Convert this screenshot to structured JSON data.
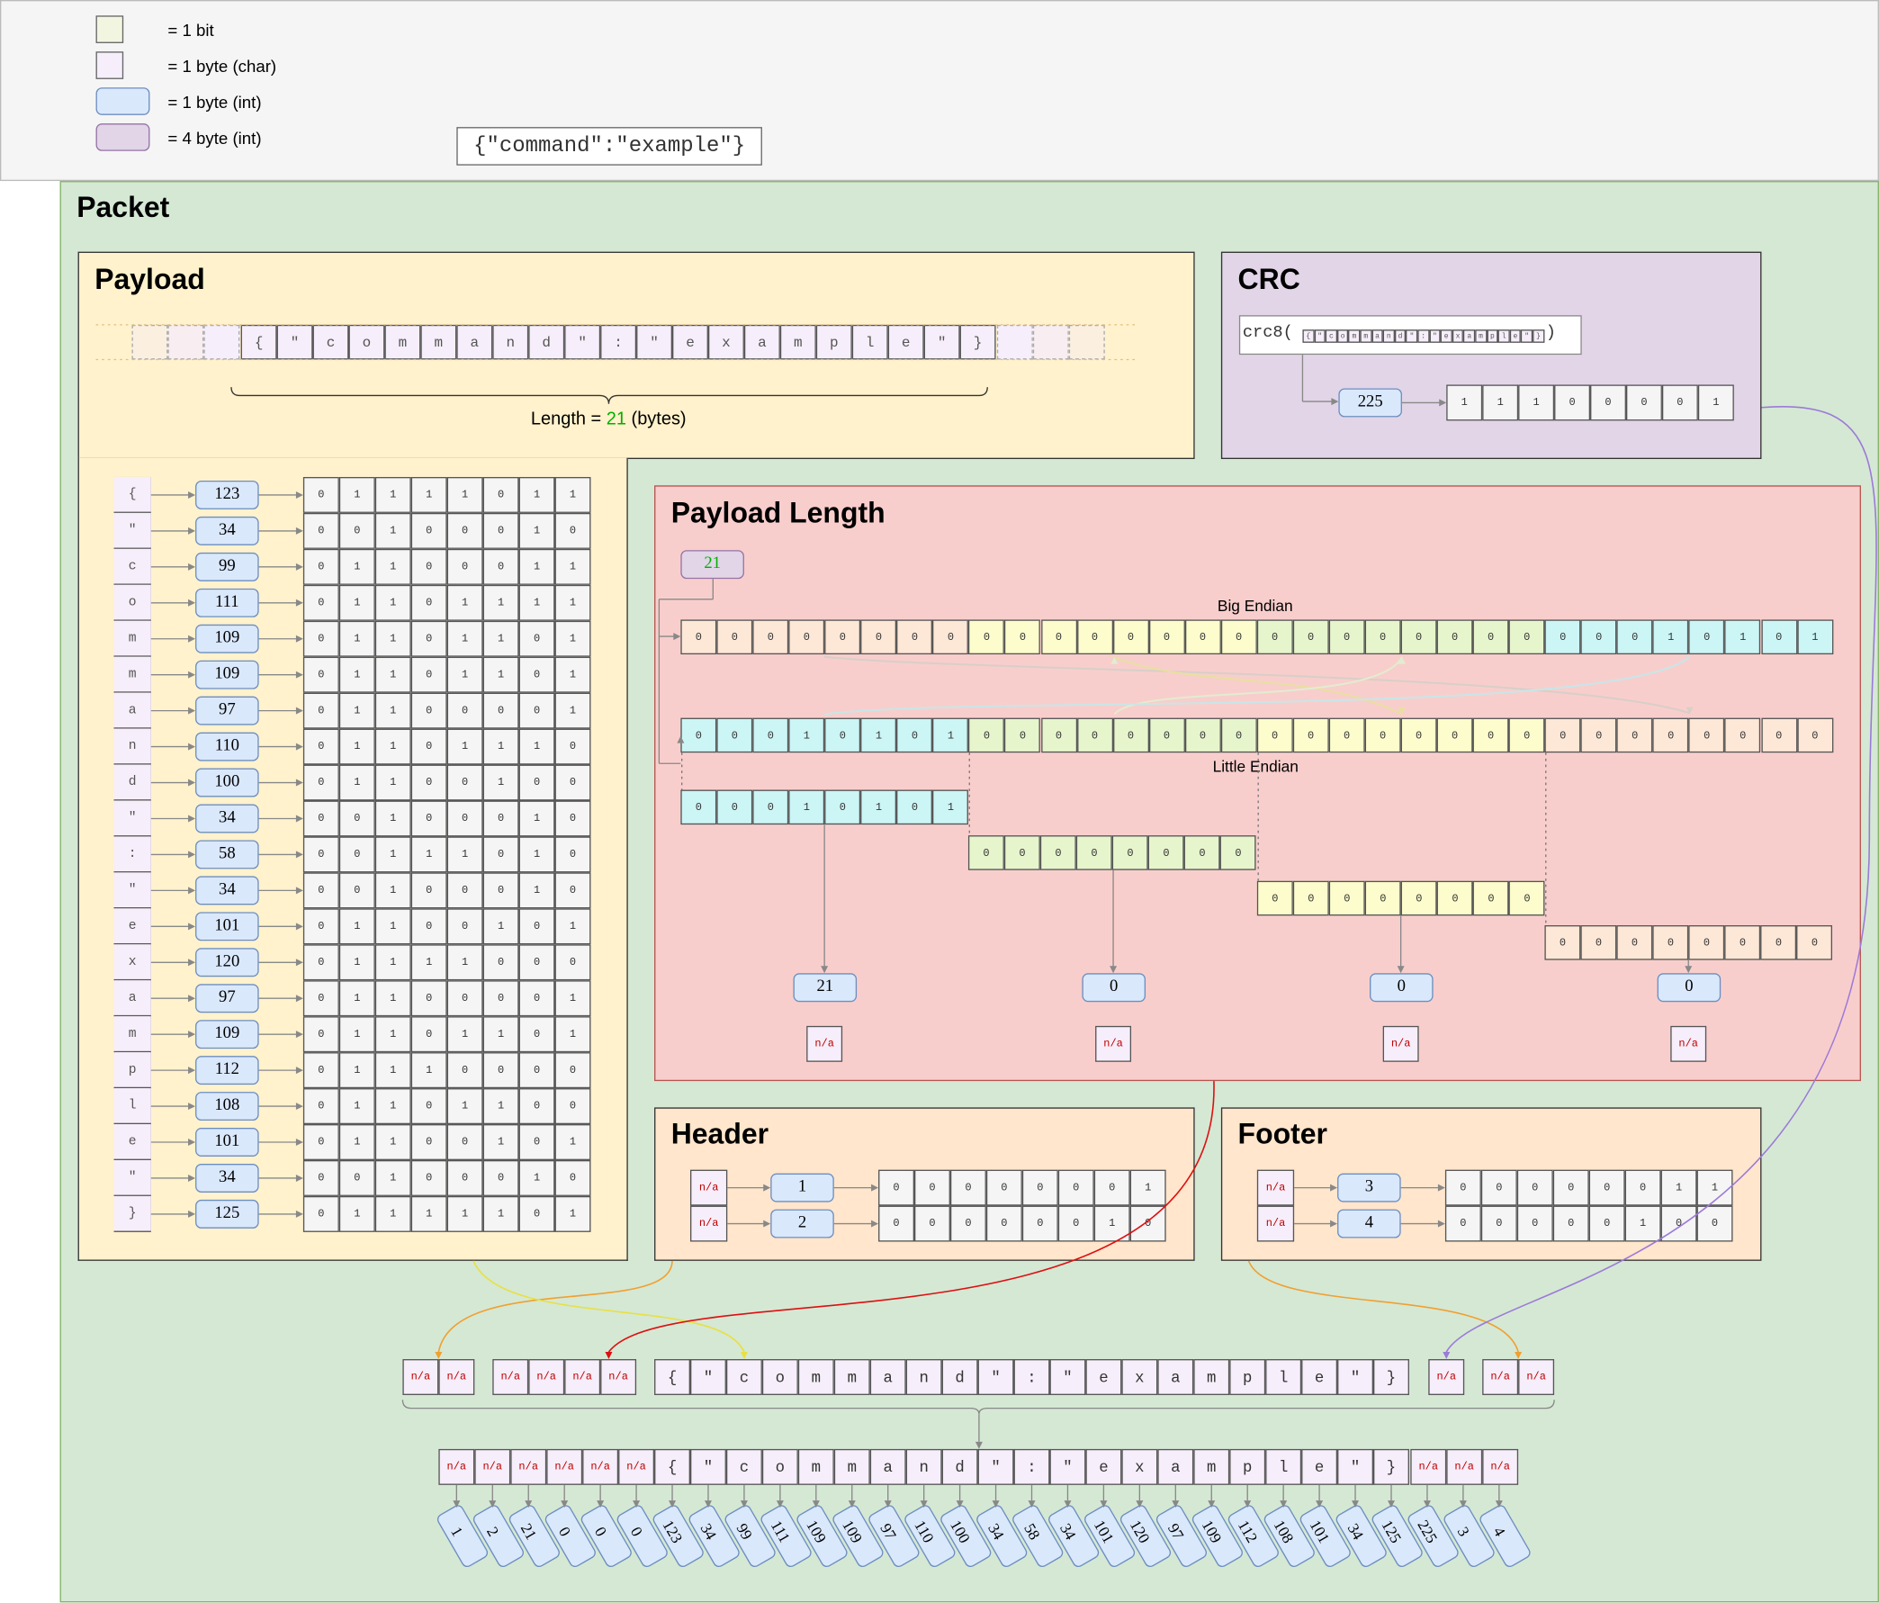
{
  "legend": {
    "items": [
      {
        "label": "= 1 bit",
        "fill": "#f2f6e0",
        "border": "#666666"
      },
      {
        "label": "= 1 byte (char)",
        "fill": "#f6eefa",
        "border": "#666666"
      },
      {
        "label": "= 1 byte (int)",
        "fill": "#dae8fc",
        "border": "#6c8ebf"
      },
      {
        "label": "= 4 byte (int)",
        "fill": "#e1d5e7",
        "border": "#9673a6"
      }
    ],
    "example_json": "{\"command\":\"example\"}"
  },
  "packet": {
    "title": "Packet"
  },
  "payload": {
    "title": "Payload",
    "length_prefix": "Length = ",
    "length_value": "21",
    "length_suffix": " (bytes)",
    "chars": [
      "{",
      "\"",
      "c",
      "o",
      "m",
      "m",
      "a",
      "n",
      "d",
      "\"",
      ":",
      "\"",
      "e",
      "x",
      "a",
      "m",
      "p",
      "l",
      "e",
      "\"",
      "}"
    ],
    "ints": [
      "123",
      "34",
      "99",
      "111",
      "109",
      "109",
      "97",
      "110",
      "100",
      "34",
      "58",
      "34",
      "101",
      "120",
      "97",
      "109",
      "112",
      "108",
      "101",
      "34",
      "125"
    ],
    "bits": [
      "01111011",
      "00100010",
      "01100011",
      "01101111",
      "01101101",
      "01101101",
      "01100001",
      "01101110",
      "01100100",
      "00100010",
      "00111010",
      "00100010",
      "01100101",
      "01111000",
      "01100001",
      "01101101",
      "01110000",
      "01101100",
      "01100101",
      "00100010",
      "01111101"
    ]
  },
  "crc": {
    "title": "CRC",
    "func": "crc8",
    "value": "225",
    "bits": "11100001"
  },
  "payload_length": {
    "title": "Payload Length",
    "value": "21",
    "big_endian_label": "Big Endian",
    "little_endian_label": "Little Endian",
    "big_endian_bits": "00000000000000000000000000010101",
    "little_endian_bits": "00010101000000000000000000000000",
    "byte_values": [
      "21",
      "0",
      "0",
      "0"
    ],
    "na": "n/a"
  },
  "header": {
    "title": "Header",
    "values": [
      "1",
      "2"
    ],
    "bits": [
      "00000001",
      "00000010"
    ],
    "na": "n/a"
  },
  "footer": {
    "title": "Footer",
    "values": [
      "3",
      "4"
    ],
    "bits": [
      "00000011",
      "00000100"
    ],
    "na": "n/a"
  },
  "assembly": {
    "na": "n/a",
    "final_bytes": [
      "1",
      "2",
      "21",
      "0",
      "0",
      "0",
      "123",
      "34",
      "99",
      "111",
      "109",
      "109",
      "97",
      "110",
      "100",
      "34",
      "58",
      "34",
      "101",
      "120",
      "97",
      "109",
      "112",
      "108",
      "101",
      "34",
      "125",
      "225",
      "3",
      "4"
    ]
  },
  "colors": {
    "legend_bg": "#f5f5f5",
    "packet_bg": "#d5e8d4",
    "payload_bg": "#fff2cc",
    "crc_bg": "#e1d5e7",
    "payload_length_bg": "#f8cecc",
    "header_footer_bg": "#ffe6cc",
    "int_box": "#dae8fc",
    "char_box": "#f6eefa",
    "bit_box": "#f5f5f5",
    "length_green": "#00b000",
    "na_red": "#c00000",
    "byte0": "#ccf5f5",
    "byte1": "#e6f5cc",
    "byte2": "#fcfccc",
    "byte3": "#fde7d6"
  }
}
